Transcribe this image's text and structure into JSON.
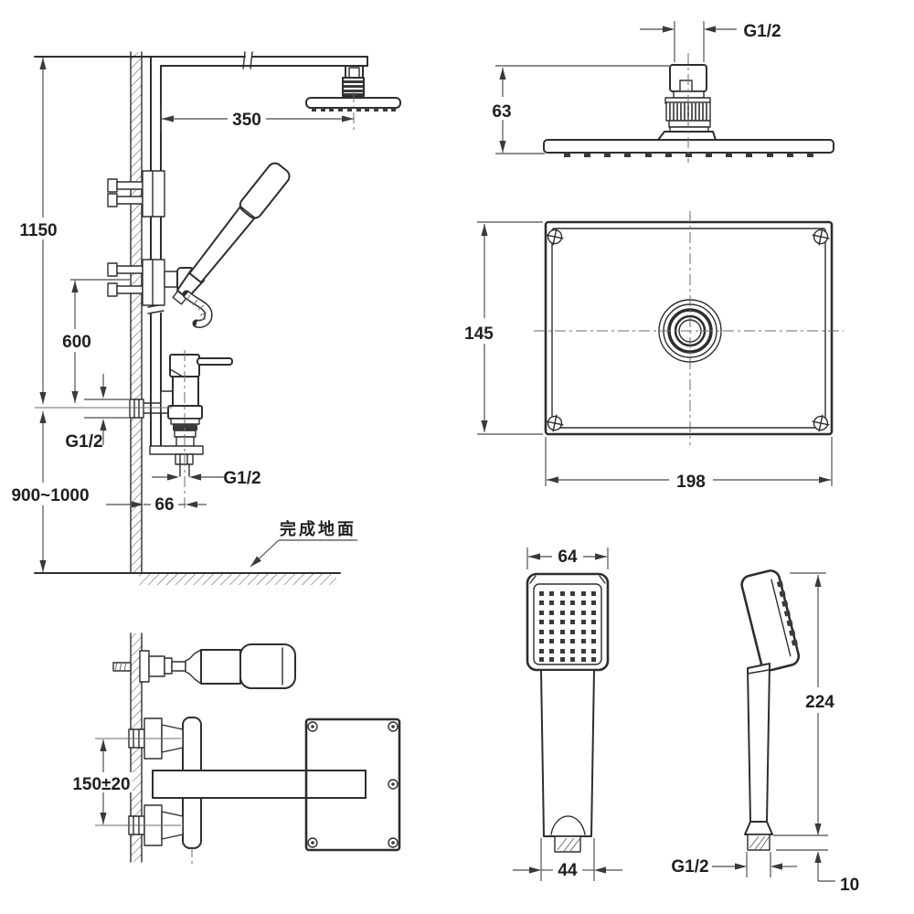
{
  "meta": {
    "drawing_type": "technical installation drawing",
    "subject": "wall mounted rain shower system with hand shower and mixer valve",
    "background_color": "#ffffff",
    "line_color": "#2e2e2e",
    "dimension_color": "#4a4a4a"
  },
  "views": {
    "installation_side": {
      "name": "shower column installation side view",
      "dims": {
        "total_height": "1150",
        "bracket_to_valve": "600",
        "valve_inlet_thread": "G1/2",
        "mounting_height_range": "900~1000",
        "outlet_offset": "66",
        "outlet_thread": "G1/2",
        "arm_projection": "350",
        "floor_note": "完成地面"
      }
    },
    "rain_head_side": {
      "name": "overhead shower side view",
      "dims": {
        "thread": "G1/2",
        "height": "63"
      }
    },
    "rain_head_plan": {
      "name": "overhead shower face view",
      "dims": {
        "depth": "145",
        "width": "198"
      }
    },
    "valve_top": {
      "name": "mixer valve top view",
      "dims": {
        "inlet_spacing": "150±20"
      }
    },
    "hand_shower_front": {
      "name": "hand shower front view",
      "dims": {
        "head_width": "64",
        "base_width": "44"
      }
    },
    "hand_shower_side": {
      "name": "hand shower side view",
      "dims": {
        "length": "224",
        "thread": "G1/2",
        "thread_length": "10"
      }
    }
  }
}
